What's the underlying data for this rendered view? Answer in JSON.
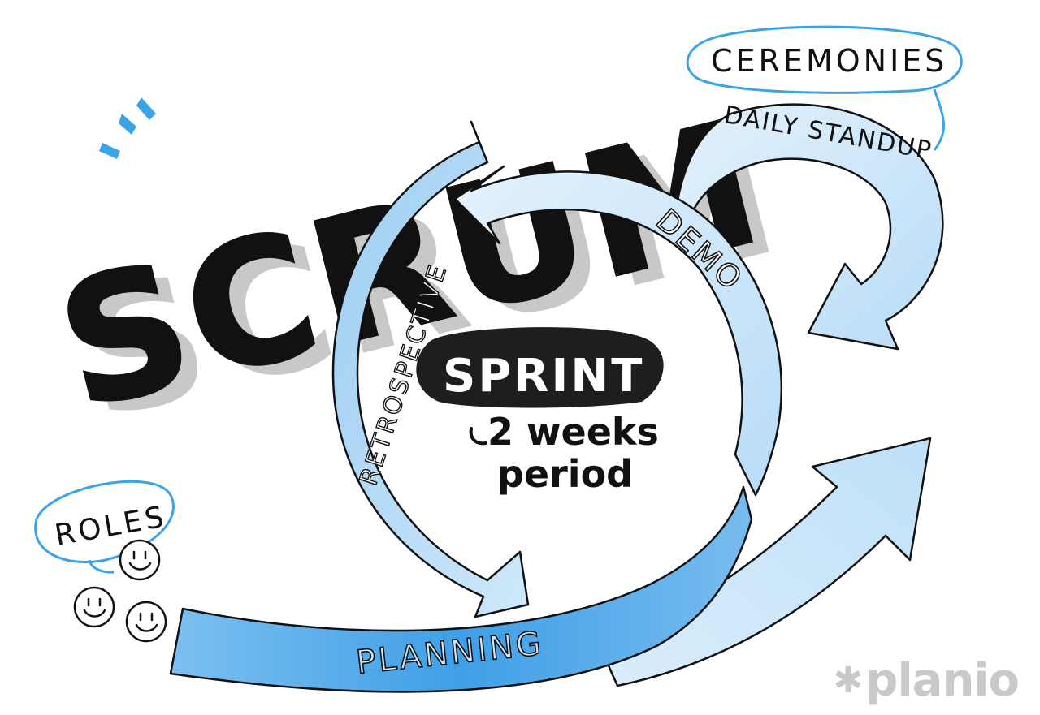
{
  "title": "SCRUM",
  "center": {
    "label": "SPRINT",
    "duration_line1": "2 weeks",
    "duration_line2": "period"
  },
  "cycle": {
    "retrospective": "RETROSPECTIVE",
    "demo": "DEMO",
    "planning": "PLANNING"
  },
  "ceremonies": {
    "label": "CEREMONIES",
    "daily_standup": "DAILY STANDUP"
  },
  "roles": {
    "label": "ROLES"
  },
  "brand": {
    "name": "planio",
    "icon": "asterisk-icon"
  },
  "colors": {
    "ink": "#111111",
    "light_blue": "#cfe6f8",
    "mid_blue": "#a9d3f4",
    "accent_blue": "#3da3e8",
    "strong_blue": "#49a9ec",
    "title_shadow": "#c8c8c8"
  }
}
